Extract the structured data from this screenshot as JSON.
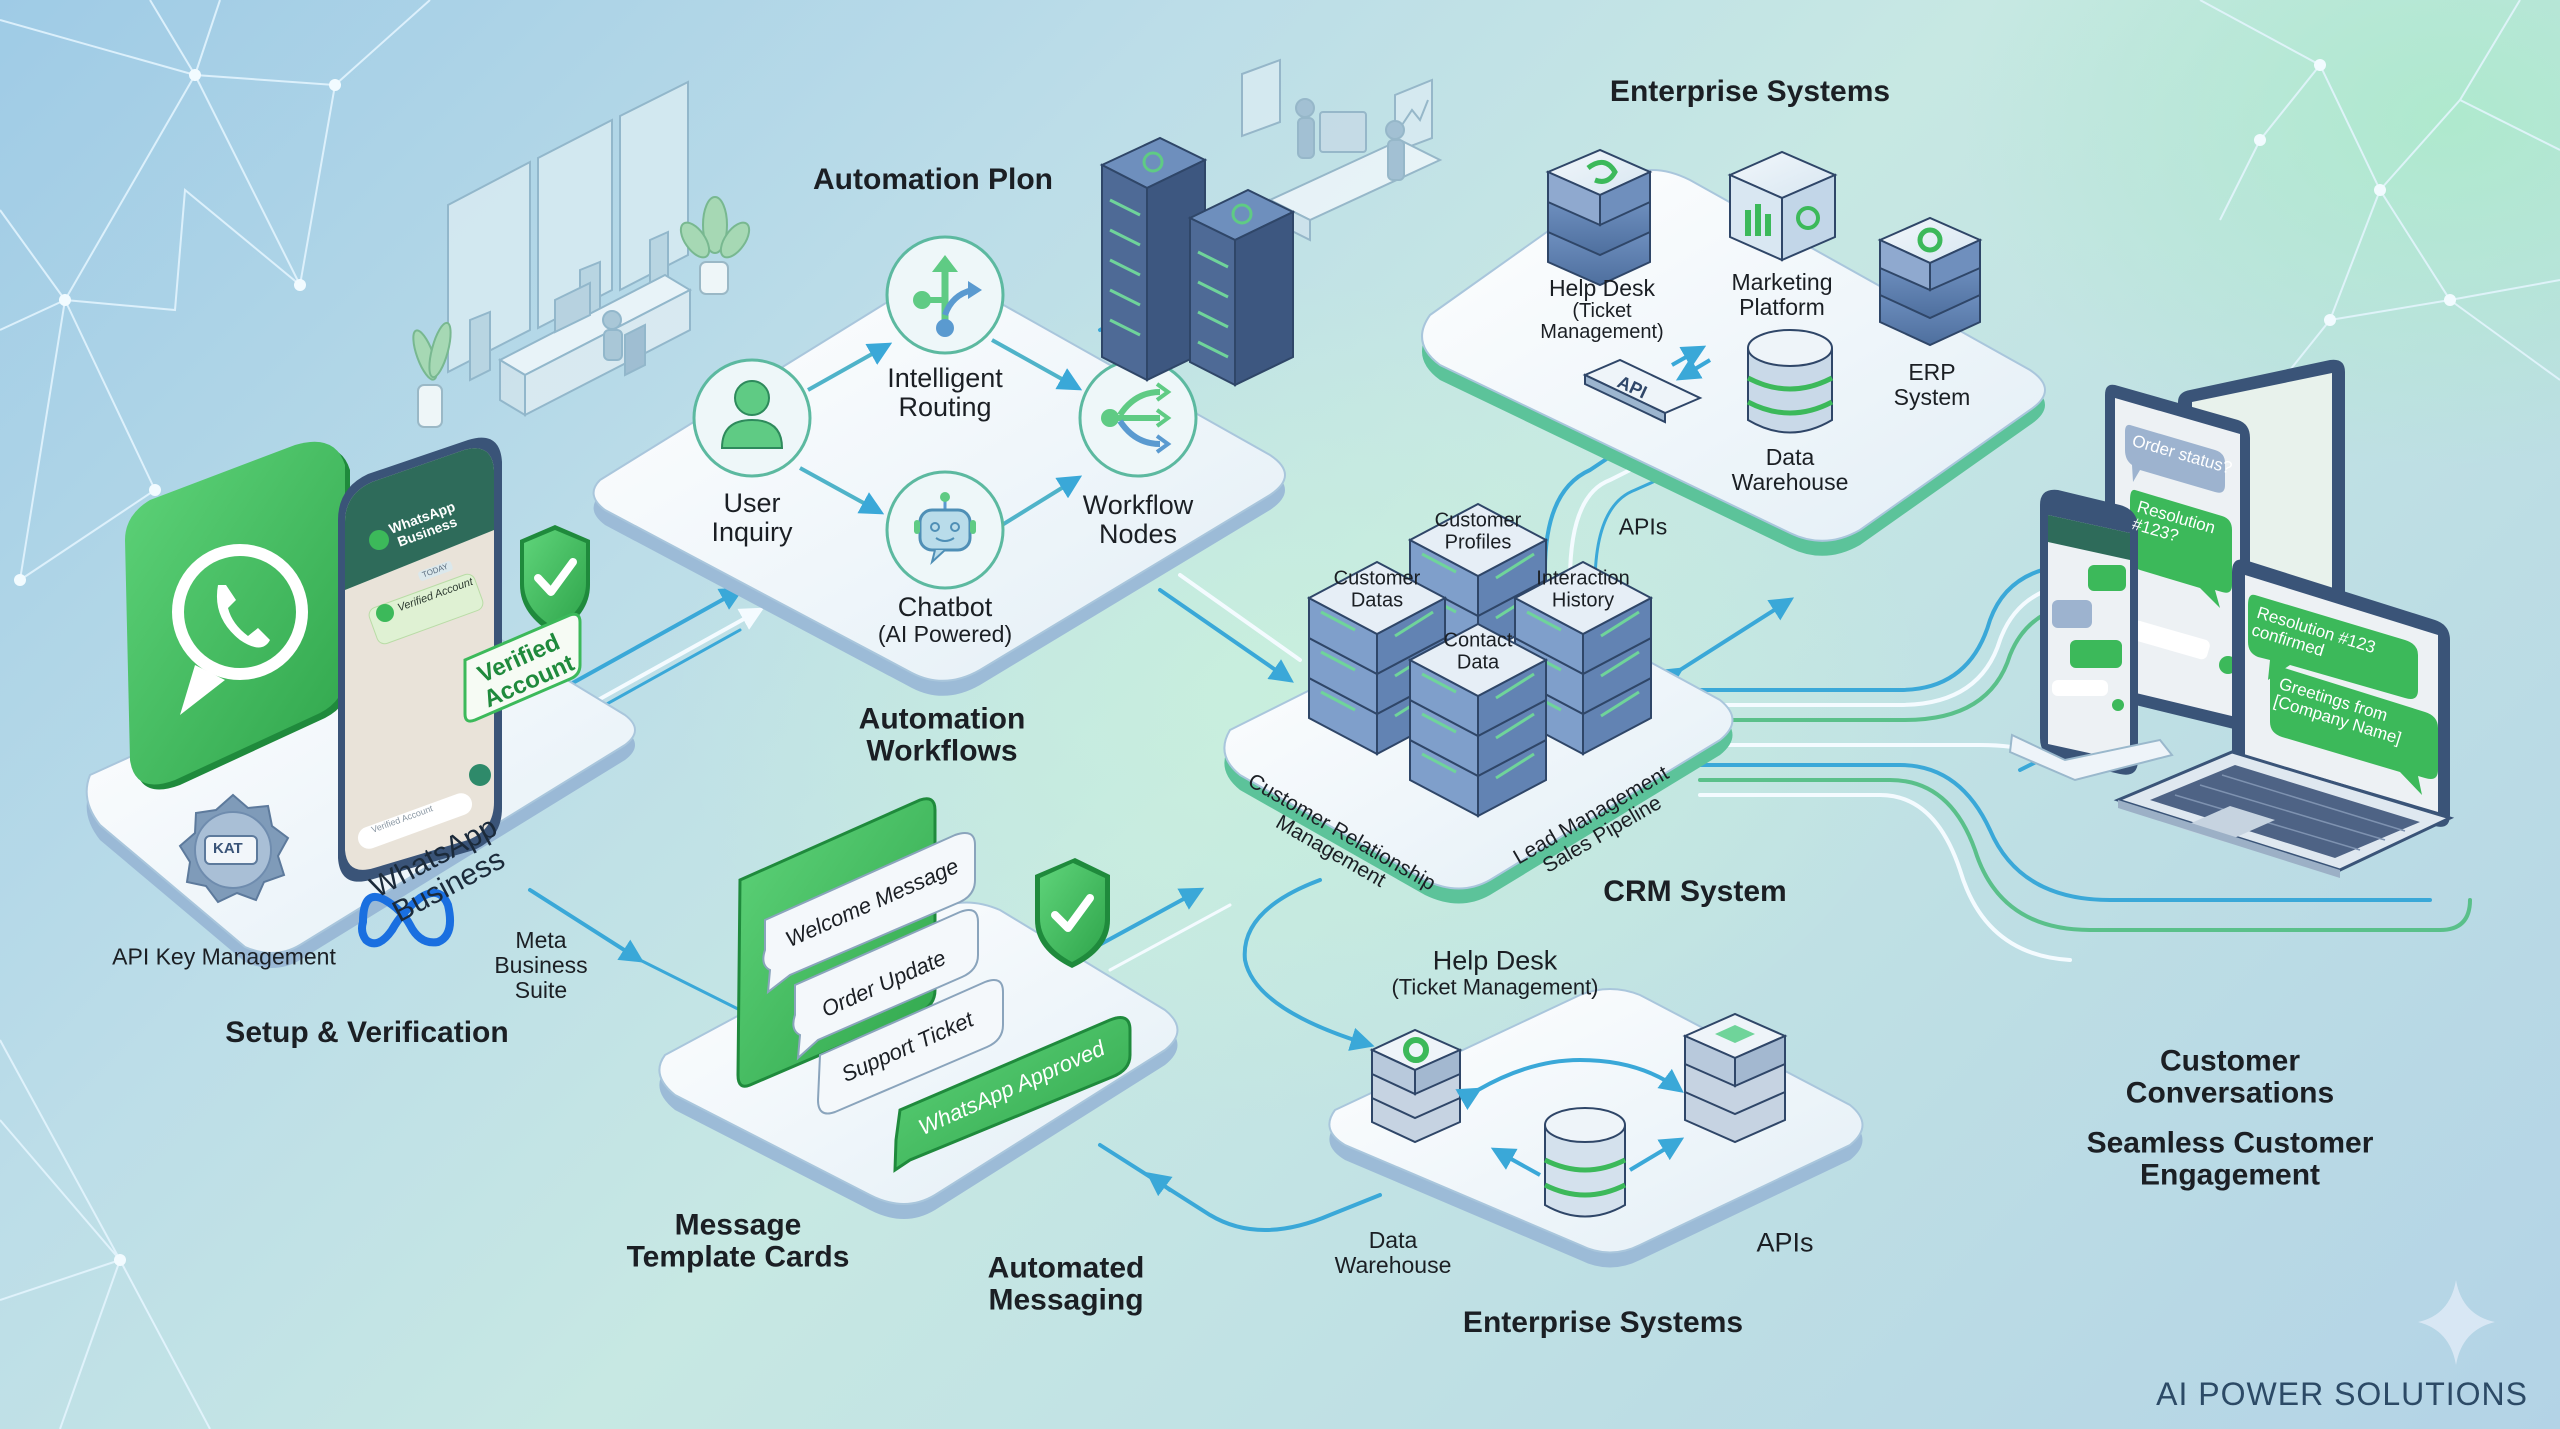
{
  "colors": {
    "whatsapp_green": "#3cb95a",
    "dark_green": "#1f8a3c",
    "flow_blue": "#3aa8d8",
    "server_blue": "#5a7fb0",
    "server_dark": "#3a5478",
    "platform_white": "#eef5fa",
    "text_dark": "#1b1f24",
    "brand_text": "#2c4a66"
  },
  "sections": {
    "setup": {
      "title": "Setup & Verification",
      "api_key_label": "API Key Management",
      "api_key_badge_text": "KAT",
      "meta_suite_label": "Meta Business Suite",
      "meta_logo": "meta-infinity-icon",
      "brand_line1": "WhatsApp",
      "brand_line2": "Business",
      "verified_badge_line1": "Verified",
      "verified_badge_line2": "Account",
      "phone": {
        "header_line1": "WhatsApp",
        "header_line2": "Business",
        "date_chip": "TODAY",
        "message": "Verified Account",
        "input_placeholder": "Verified Account"
      }
    },
    "automation_plan": {
      "title": "Automation Plon",
      "nodes": [
        {
          "id": "user-inquiry",
          "line1": "User",
          "line2": "Inquiry",
          "icon": "user-icon"
        },
        {
          "id": "intelligent-routing",
          "line1": "Intelligent",
          "line2": "Routing",
          "icon": "routing-icon"
        },
        {
          "id": "chatbot",
          "line1": "Chatbot",
          "line2": "(AI Powered)",
          "icon": "robot-icon"
        },
        {
          "id": "workflow-nodes",
          "line1": "Workflow",
          "line2": "Nodes",
          "icon": "branch-icon"
        }
      ]
    },
    "automation_workflows": {
      "title_line1": "Automation",
      "title_line2": "Workflows"
    },
    "templates": {
      "title_line1": "Message",
      "title_line2": "Template Cards",
      "cards": [
        "Welcome Message",
        "Order Update",
        "Support Ticket"
      ],
      "approved_label": "WhatsApp Approved",
      "automated_line1": "Automated",
      "automated_line2": "Messaging"
    },
    "enterprise_top": {
      "title": "Enterprise Systems",
      "help_desk_line1": "Help Desk",
      "help_desk_line2": "(Ticket",
      "help_desk_line3": "Management)",
      "marketing_line1": "Marketing",
      "marketing_line2": "Platform",
      "erp_line1": "ERP",
      "erp_line2": "System",
      "data_wh_line1": "Data",
      "data_wh_line2": "Warehouse",
      "api_chip": "API",
      "apis_label": "APIs"
    },
    "crm": {
      "title": "CRM System",
      "stacks": [
        {
          "line1": "Customer",
          "line2": "Profiles"
        },
        {
          "line1": "Customer",
          "line2": "Datas"
        },
        {
          "line1": "Interaction",
          "line2": "History"
        },
        {
          "line1": "Contact",
          "line2": "Data"
        }
      ],
      "side_left_line1": "Customer Relationship",
      "side_left_line2": "Management",
      "side_right_line1": "Lead Management",
      "side_right_line2": "Sales Pipeline"
    },
    "enterprise_bottom": {
      "title": "Enterprise Systems",
      "help_desk_line1": "Help Desk",
      "help_desk_line2": "(Ticket Management)",
      "data_wh_line1": "Data",
      "data_wh_line2": "Warehouse",
      "apis_label": "APIs"
    },
    "customer": {
      "title_line1": "Customer",
      "title_line2": "Conversations",
      "subtitle_line1": "Seamless Customer",
      "subtitle_line2": "Engagement",
      "tablet_question": "Order status?",
      "tablet_reply_line1": "Resolution",
      "tablet_reply_line2": "#123?",
      "laptop_msg1_line1": "Resolution #123",
      "laptop_msg1_line2": "confirmed",
      "laptop_msg2_line1": "Greetings from",
      "laptop_msg2_line2": "[Company Name]"
    }
  },
  "branding": {
    "text": "AI POWER SOLUTIONS",
    "icon": "sparkle-icon"
  }
}
